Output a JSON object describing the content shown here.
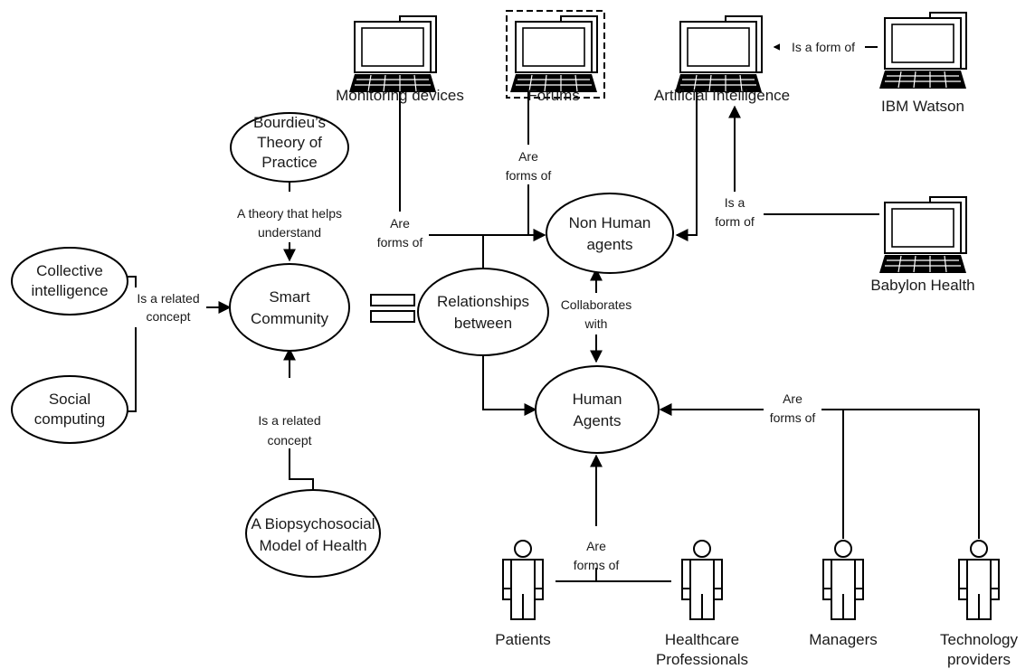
{
  "nodes": {
    "monitoring_devices": "Monitoring devices",
    "forums": "Forums",
    "artificial_intelligence": "Artificial Intelligence",
    "ibm_watson": "IBM Watson",
    "babylon_health": "Babylon Health",
    "bourdieu": [
      "Bourdieu’s",
      "Theory of",
      "Practice"
    ],
    "collective_intelligence": [
      "Collective",
      "intelligence"
    ],
    "social_computing": [
      "Social",
      "computing"
    ],
    "smart_community": [
      "Smart",
      "Community"
    ],
    "relationships_between": [
      "Relationships",
      "between"
    ],
    "non_human_agents": [
      "Non Human",
      "agents"
    ],
    "human_agents": [
      "Human",
      "Agents"
    ],
    "biopsychosocial": [
      "A Biopsychosocial",
      "Model of Health"
    ],
    "patients": "Patients",
    "healthcare_professionals": [
      "Healthcare",
      "Professionals"
    ],
    "managers": "Managers",
    "technology_providers": [
      "Technology",
      "providers"
    ]
  },
  "edge_labels": {
    "is_a_form_of_watson": "Is a form of",
    "forums_are_forms_of": [
      "Are",
      "forms of"
    ],
    "monitoring_are_forms_of": [
      "Are",
      "forms of"
    ],
    "babylon_is_a_form_of": [
      "Is a",
      "form of"
    ],
    "theory_helps_understand": [
      "A theory that helps",
      "understand"
    ],
    "related_concept_left": [
      "Is a related",
      "concept"
    ],
    "related_concept_bottom": [
      "Is a related",
      "concept"
    ],
    "collaborates_with": [
      "Collaborates",
      "with"
    ],
    "staff_are_forms_of": [
      "Are",
      "forms of"
    ],
    "patients_are_forms_of": [
      "Are",
      "forms of"
    ]
  },
  "icons": {
    "computer": "computer-icon",
    "person": "person-icon"
  }
}
